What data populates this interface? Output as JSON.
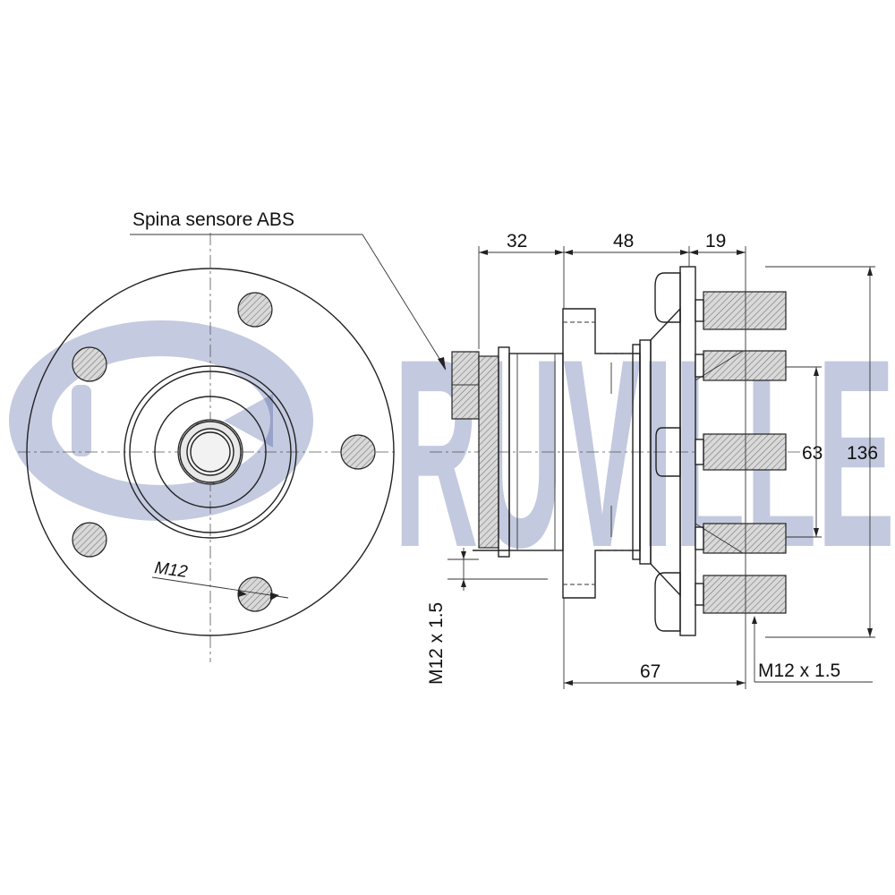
{
  "brand": {
    "watermark": "RUVILLE",
    "color": "#2b3f8f"
  },
  "labels": {
    "abs_pin": "Spina sensore ABS",
    "bolt_front": "M12",
    "thread_left": "M12 x 1.5",
    "thread_right": "M12 x 1.5"
  },
  "dimensions": {
    "d32": "32",
    "d48": "48",
    "d19": "19",
    "d63": "63",
    "d136": "136",
    "d67": "67"
  }
}
